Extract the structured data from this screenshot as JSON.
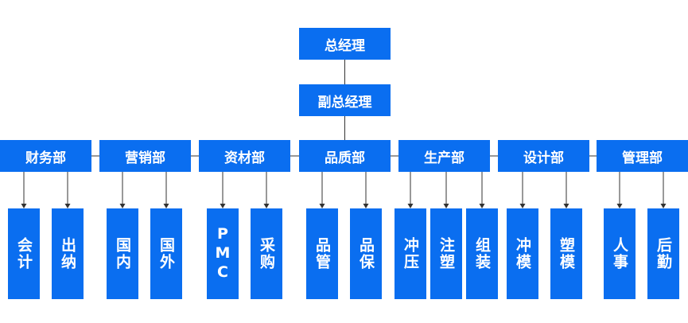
{
  "root": "总经理",
  "deputy": "副总经理",
  "departments": [
    {
      "name": "财务部",
      "children": [
        "会计",
        "出纳"
      ]
    },
    {
      "name": "营销部",
      "children": [
        "国内",
        "国外"
      ]
    },
    {
      "name": "资材部",
      "children": [
        "PMC",
        "采购"
      ]
    },
    {
      "name": "品质部",
      "children": [
        "品管",
        "品保"
      ]
    },
    {
      "name": "生产部",
      "children": [
        "冲压",
        "注塑",
        "组装"
      ]
    },
    {
      "name": "设计部",
      "children": [
        "冲模",
        "塑模"
      ]
    },
    {
      "name": "管理部",
      "children": [
        "人事",
        "后勤"
      ]
    }
  ],
  "colors": {
    "box": "#0a6ef0",
    "line": "#333333",
    "text": "#ffffff"
  }
}
